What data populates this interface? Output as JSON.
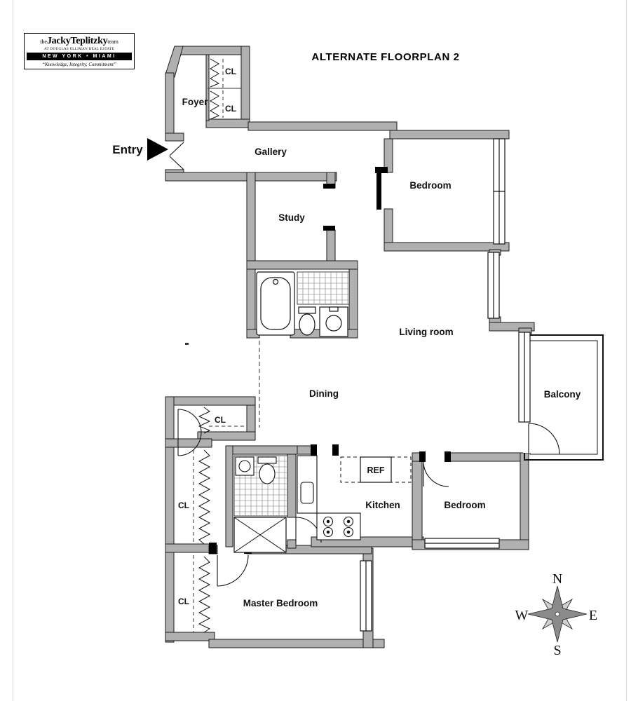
{
  "logo": {
    "prefix": "the",
    "name": "JackyTeplitzky",
    "suffix": "team",
    "subtitle": "AT DOUGLAS ELLIMAN REAL ESTATE",
    "locations": "NEW YORK  •  MIAMI",
    "tagline": "“Knowledge, Integrity, Commitment”"
  },
  "title": "ALTERNATE FLOORPLAN 2",
  "rooms": {
    "entry": "Entry",
    "foyer": "Foyer",
    "gallery": "Gallery",
    "study": "Study",
    "bedroom_top": "Bedroom",
    "living_room": "Living room",
    "balcony": "Balcony",
    "dining": "Dining",
    "kitchen": "Kitchen",
    "ref": "REF",
    "bedroom_bottom": "Bedroom",
    "master_bedroom": "Master Bedroom",
    "cl_top_1": "CL",
    "cl_top_2": "CL",
    "cl_mid": "CL",
    "cl_left_1": "CL",
    "cl_left_2": "CL"
  },
  "compass": {
    "n": "N",
    "s": "S",
    "e": "E",
    "w": "W"
  },
  "colors": {
    "wall": "#b0b0b0",
    "line": "#111111",
    "background": "#ffffff"
  }
}
